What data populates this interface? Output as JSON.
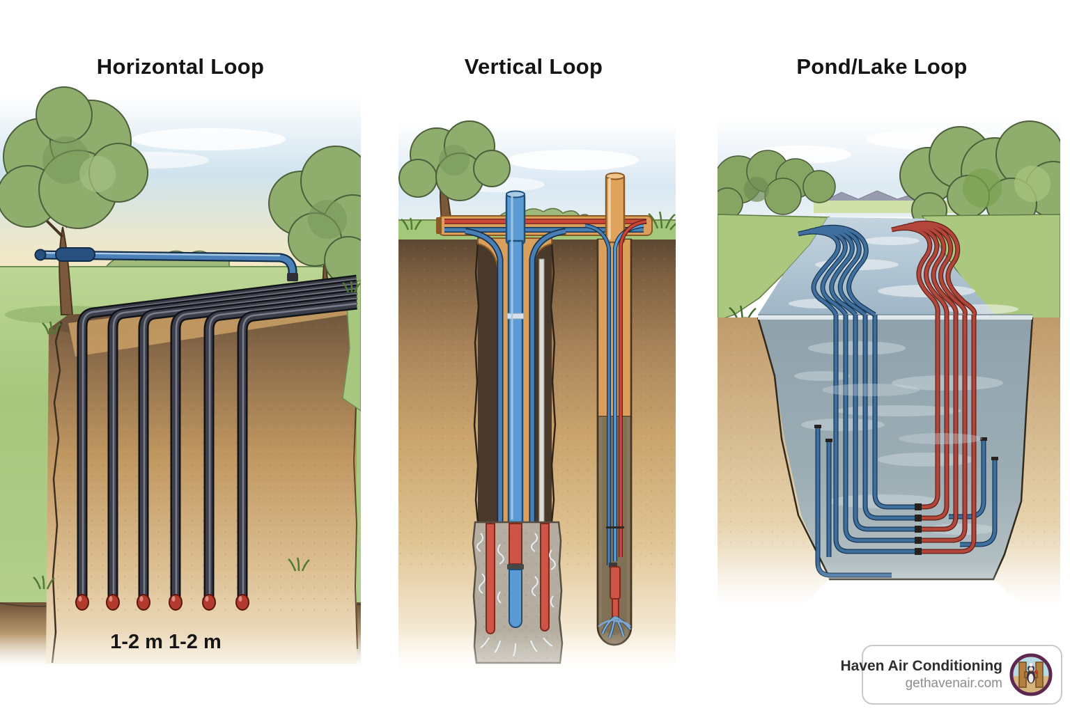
{
  "panels": [
    {
      "id": "horizontal-loop",
      "title": "Horizontal Loop",
      "depth_label": "1-2 m 1-2 m"
    },
    {
      "id": "vertical-loop",
      "title": "Vertical Loop"
    },
    {
      "id": "pond-lake-loop",
      "title": "Pond/Lake Loop"
    }
  ],
  "badge": {
    "company": "Haven Air Conditioning",
    "website": "gethavenair.com",
    "logo_icon": "haven-air-logo"
  },
  "colors": {
    "title_text": "#141414",
    "grass": "#a6c77d",
    "soil": "#c9a36b",
    "pipe_black": "#2b2d34",
    "pipe_blue": "#4b81b8",
    "pipe_red": "#cc5546",
    "pipe_cap_red": "#b23b2e",
    "casing_orange": "#d99f5b",
    "grout_gray": "#b5aea0",
    "water": "#9fb6c6",
    "badge_border": "#c9c9c9",
    "badge_company_text": "#2f2f2f",
    "badge_site_text": "#8d8d8d",
    "logo_ring": "#5e2750"
  }
}
